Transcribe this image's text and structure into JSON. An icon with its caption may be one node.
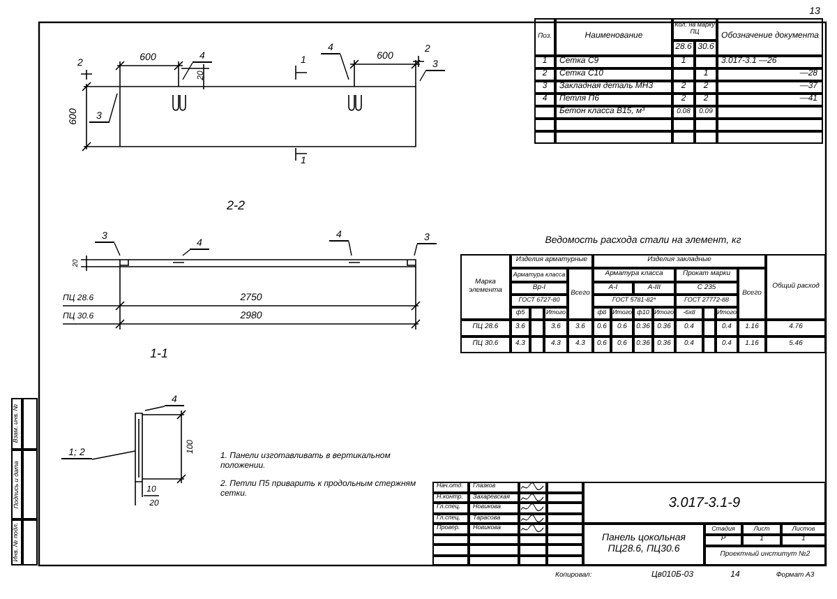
{
  "diagram": {
    "nodes": [
      {
        "text": [
          "3"
        ]
      },
      {
        "text": [
          "4"
        ]
      },
      {
        "text": [
          "4"
        ]
      },
      {
        "text": [
          "3"
        ]
      },
      {
        "text": [
          "3"
        ]
      },
      {
        "text": [
          "4"
        ]
      },
      {
        "text": [
          "4"
        ]
      },
      {
        "text": [
          "3"
        ]
      },
      {
        "text": [
          "4"
        ]
      },
      {
        "text": [
          "1; 2"
        ]
      },
      {
        "text": [],
        "shape": "picture"
      },
      {
        "text": [],
        "shape": "picture"
      }
    ],
    "edges": [
      {
        "from": 0,
        "to": null,
        "arrow": "none"
      },
      {
        "from": 1,
        "to": null,
        "arrow": "none"
      },
      {
        "from": 2,
        "to": null,
        "arrow": "none"
      },
      {
        "from": 3,
        "to": null,
        "arrow": "none"
      },
      {
        "from": 4,
        "to": 10,
        "arrow": "none"
      },
      {
        "from": 5,
        "to": 10,
        "arrow": "none"
      },
      {
        "from": 6,
        "to": 10,
        "arrow": "none"
      },
      {
        "from": 7,
        "to": 10,
        "arrow": "none"
      },
      {
        "from": 8,
        "to": 11,
        "arrow": "none"
      },
      {
        "from": 9,
        "to": 11,
        "arrow": "none"
      }
    ],
    "labels": [
      "600",
      "20",
      "600",
      "600",
      "2",
      "2",
      "1",
      "1",
      "Поз.",
      "Наименование",
      "Кол. на марку ПЦ",
      "28.6",
      "30.6",
      "Обозначение документа",
      "1",
      "Сетка С9",
      "1",
      "3.017-3.1 —26",
      "2",
      "Сетка С10",
      "1",
      "—28",
      "3",
      "Закладная деталь МН3",
      "2",
      "2",
      "—37",
      "4",
      "Петля П6",
      "2",
      "2",
      "—41",
      "Бетон класса В15, м³",
      "0.08",
      "0.09",
      "2-2",
      "20",
      "ПЦ 28.6",
      "2750",
      "ПЦ 30.6",
      "2980",
      "Ведомость расхода стали на элемент, кг",
      "Марка элемента",
      "Изделия арматурные",
      "Изделия закладные",
      "Общий расход",
      "Арматура класса",
      "Всего",
      "Арматура класса",
      "Прокат марки",
      "Всего",
      "Вр-I",
      "А-I",
      "А-III",
      "С 235",
      "ГОСТ 6727-80",
      "ГОСТ 5781-82*",
      "ГОСТ 27772-88",
      "ф5",
      "Итого",
      "ф8",
      "Итого",
      "ф10",
      "Итого",
      "-6х8",
      "Итого",
      "ПЦ 28.6",
      "3.6",
      "3.6",
      "3.6",
      "0.6",
      "0.6",
      "0.36",
      "0.36",
      "0.4",
      "0.4",
      "1.16",
      "4.76",
      "ПЦ 30.6",
      "4.3",
      "4.3",
      "4.3",
      "0.6",
      "0.6",
      "0.36",
      "0.36",
      "0.4",
      "0.4",
      "1.16",
      "5.46",
      "1-1",
      "100",
      "10",
      "20",
      "1. Панели изготавливать в вертикальном положении.",
      "2. Петли П5 приварить к продольным стержням сетки.",
      "Нач.отд.",
      "Глазков",
      "Н.контр.",
      "Захаревская",
      "Гл.спец.",
      "Новикова",
      "Гл.спец.",
      "Тарасова",
      "Провер.",
      "Новикова",
      "3.017-3.1-9",
      "Панель цокольная ПЦ28.6, ПЦ30.6",
      "Стадия",
      "Лист",
      "Листов",
      "Р",
      "1",
      "1",
      "Проектный институт №2",
      "Копировал:",
      "Цв010Б-03",
      "14",
      "Формат А3",
      "Инв. № подл.",
      "Подпись и дата",
      "Взам. инв. №",
      "13"
    ]
  }
}
